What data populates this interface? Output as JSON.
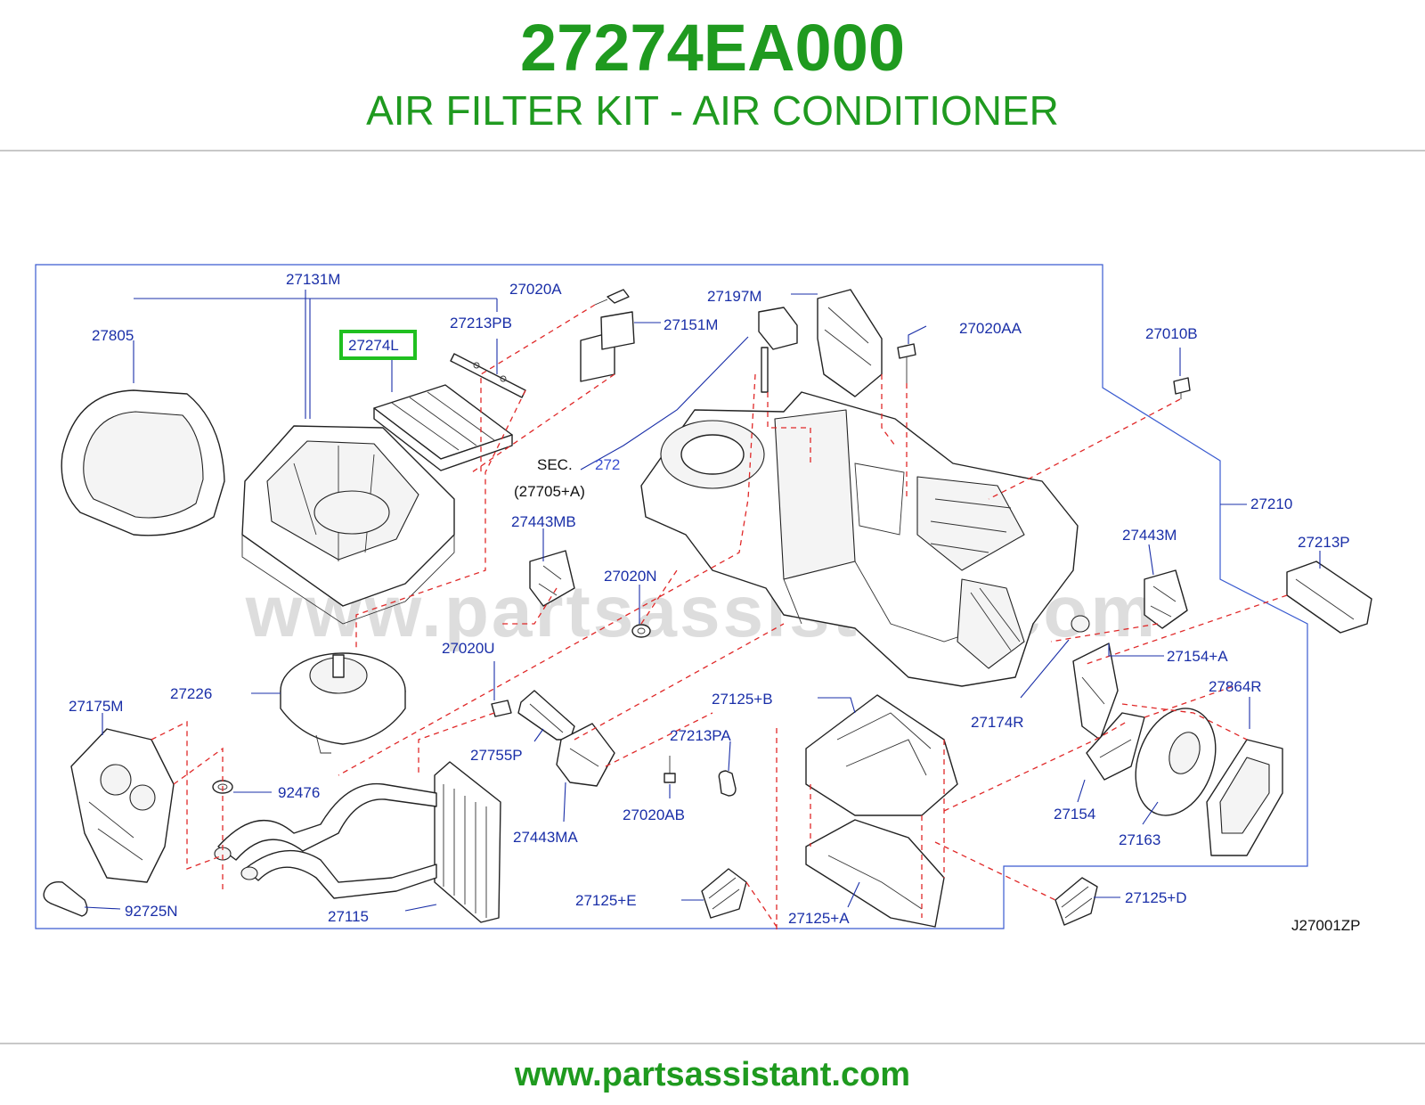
{
  "header": {
    "part_number": "27274EA000",
    "title": "AIR FILTER KIT - AIR CONDITIONER"
  },
  "footer": {
    "url": "www.partsassistant.com"
  },
  "watermark": "www.partsassistant.com",
  "diagram": {
    "code": "J27001ZP",
    "highlight_color": "#20c020",
    "label_color": "#1a2fa8",
    "leader_dash_color": "#e02828",
    "sec_ref": {
      "prefix": "SEC.",
      "number": "272",
      "sub": "(27705+A)"
    },
    "labels": {
      "p27131M": "27131M",
      "p27805": "27805",
      "p27274L": "27274L",
      "p27213PB": "27213PB",
      "p27020A": "27020A",
      "p27151M": "27151M",
      "p27197M": "27197M",
      "p27020AA": "27020AA",
      "p27010B": "27010B",
      "p27210": "27210",
      "p27443MB": "27443MB",
      "p27020N": "27020N",
      "p27443M": "27443M",
      "p27213P": "27213P",
      "p27020U": "27020U",
      "p27226": "27226",
      "p27175M": "27175M",
      "p27154A": "27154+A",
      "p27125B": "27125+B",
      "p27174R": "27174R",
      "p27864R": "27864R",
      "p27213PA": "27213PA",
      "p27755P": "27755P",
      "p92476": "92476",
      "p27443MA": "27443MA",
      "p27020AB": "27020AB",
      "p27154": "27154",
      "p27163": "27163",
      "p27125E": "27125+E",
      "p27125D": "27125+D",
      "p27125A": "27125+A",
      "p92725N": "92725N",
      "p27115": "27115"
    }
  }
}
